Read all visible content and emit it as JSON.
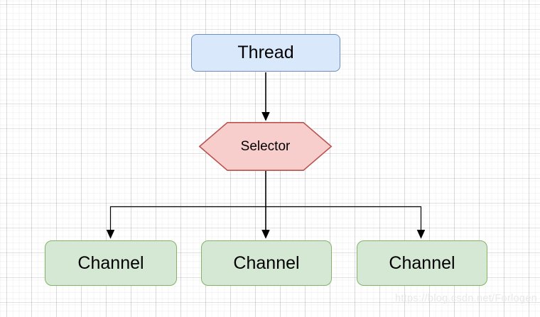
{
  "diagram": {
    "nodes": {
      "thread": {
        "label": "Thread",
        "shape": "rounded-rectangle"
      },
      "selector": {
        "label": "Selector",
        "shape": "hexagon"
      },
      "channel1": {
        "label": "Channel",
        "shape": "rounded-rectangle"
      },
      "channel2": {
        "label": "Channel",
        "shape": "rounded-rectangle"
      },
      "channel3": {
        "label": "Channel",
        "shape": "rounded-rectangle"
      }
    },
    "edges": [
      {
        "from": "thread",
        "to": "selector",
        "arrow": "filled-triangle"
      },
      {
        "from": "selector",
        "to": "channel1",
        "arrow": "filled-triangle"
      },
      {
        "from": "selector",
        "to": "channel2",
        "arrow": "filled-triangle"
      },
      {
        "from": "selector",
        "to": "channel3",
        "arrow": "filled-triangle"
      }
    ],
    "colors": {
      "thread_fill": "#dae8fc",
      "thread_border": "#6c8ebf",
      "selector_fill": "#f8cecc",
      "selector_border": "#b85450",
      "channel_fill": "#d5e8d4",
      "channel_border": "#82b366",
      "connector": "#000000",
      "grid_major": "#e2e2e4",
      "grid_minor": "#f4f4f6",
      "watermark": "#e9e9eb"
    },
    "watermark": "https://blog.csdn.net/Forlogen"
  }
}
